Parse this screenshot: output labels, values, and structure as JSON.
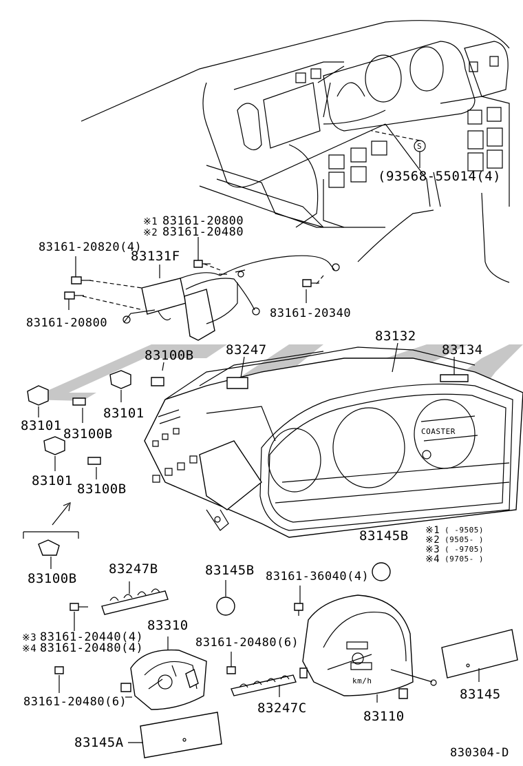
{
  "watermark": "",
  "labels": {
    "bolt_93568": "(93568-55014(4)",
    "n1": "※1",
    "n2": "※2",
    "p83161_20800_top": "83161-20800",
    "p83161_20480_top": "83161-20480",
    "p83161_20820": "83161-20820(4)",
    "p83131F": "83131F",
    "p83161_20800": "83161-20800",
    "p83161_20340": "83161-20340",
    "p83132": "83132",
    "p83134": "83134",
    "p83100B_a": "83100B",
    "p83247": "83247",
    "p83101_a": "83101",
    "p83101_b": "83101",
    "p83100B_b": "83100B",
    "p83101_c": "83101",
    "p83100B_c": "83100B",
    "p83100B_d": "83100B",
    "p83145B_a": "83145B",
    "p83247B": "83247B",
    "p83145B_b": "83145B",
    "p83161_36040": "83161-36040(4)",
    "n3": "※3",
    "n4": "※4",
    "p83161_20440": "83161-20440(4)",
    "p83161_20480_b": "83161-20480(4)",
    "p83310": "83310",
    "p83161_20480_6a": "83161-20480(6)",
    "p83161_20480_6b": "83161-20480(6)",
    "p83247C": "83247C",
    "p83110": "83110",
    "p83145": "83145",
    "p83145A": "83145A",
    "diagram_id": "830304-D",
    "coaster": "COASTER",
    "kmh": "km/h"
  },
  "legend": [
    {
      "mark": "※1",
      "range": "(     -9505)"
    },
    {
      "mark": "※2",
      "range": "(9505-     )"
    },
    {
      "mark": "※3",
      "range": "(     -9705)"
    },
    {
      "mark": "※4",
      "range": "(9705-     )"
    }
  ]
}
